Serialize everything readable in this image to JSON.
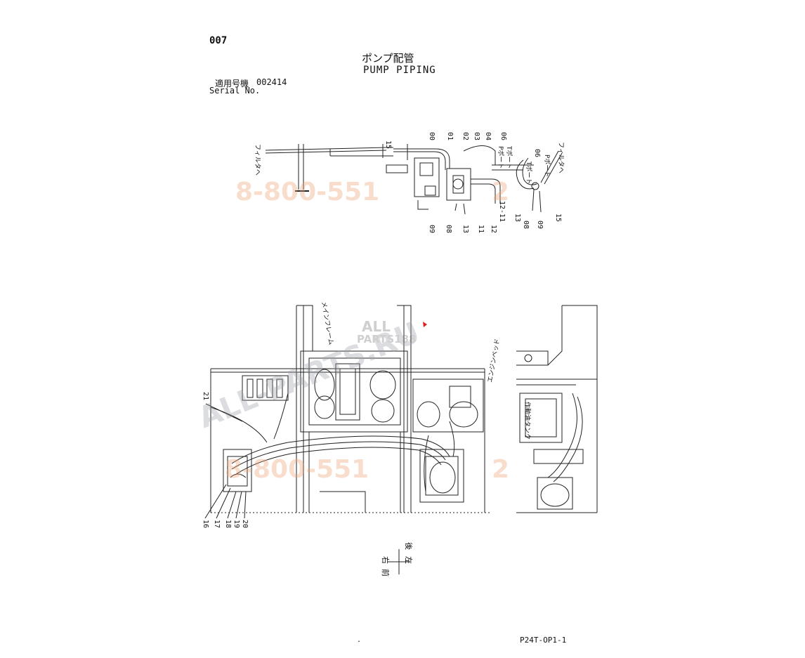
{
  "header": {
    "page_number": "007",
    "title_jp": "ポンプ配管",
    "title_en": "PUMP PIPING",
    "serial_label_jp": "適用号機",
    "serial_value": "002414",
    "serial_label_en": "Serial No."
  },
  "top_view": {
    "labels_top": [
      "15",
      "00",
      "01",
      "02",
      "03",
      "04",
      "06"
    ],
    "labels_bottom": [
      "09",
      "08",
      "13",
      "11",
      "12"
    ],
    "labels_right": [
      "12-11",
      "13",
      "08",
      "09",
      "15"
    ],
    "labels_mid": [
      "06"
    ],
    "port_labels": [
      "Pポート",
      "Tポート",
      "Tポート",
      "Pポート"
    ],
    "filter_labels": [
      "フィルタへ",
      "フィルタへ"
    ]
  },
  "main_view": {
    "frame_label": "メインフレーム",
    "engine_label": "エンジンベッド",
    "tank_label": "作動油タンク",
    "left_labels": [
      "21"
    ],
    "bottom_labels": [
      "16",
      "17",
      "18",
      "19",
      "20"
    ]
  },
  "compass": {
    "right": "右",
    "left": "左",
    "front": "前",
    "rear": "後"
  },
  "watermarks": {
    "phone": "8-800-551",
    "phone_tail": "2",
    "site": "ALL-PARTS.RU",
    "logo_top": "ALL",
    "logo_bottom": "PARTS188"
  },
  "footer": {
    "code": "P24T-OP1-1",
    "mark": "."
  }
}
